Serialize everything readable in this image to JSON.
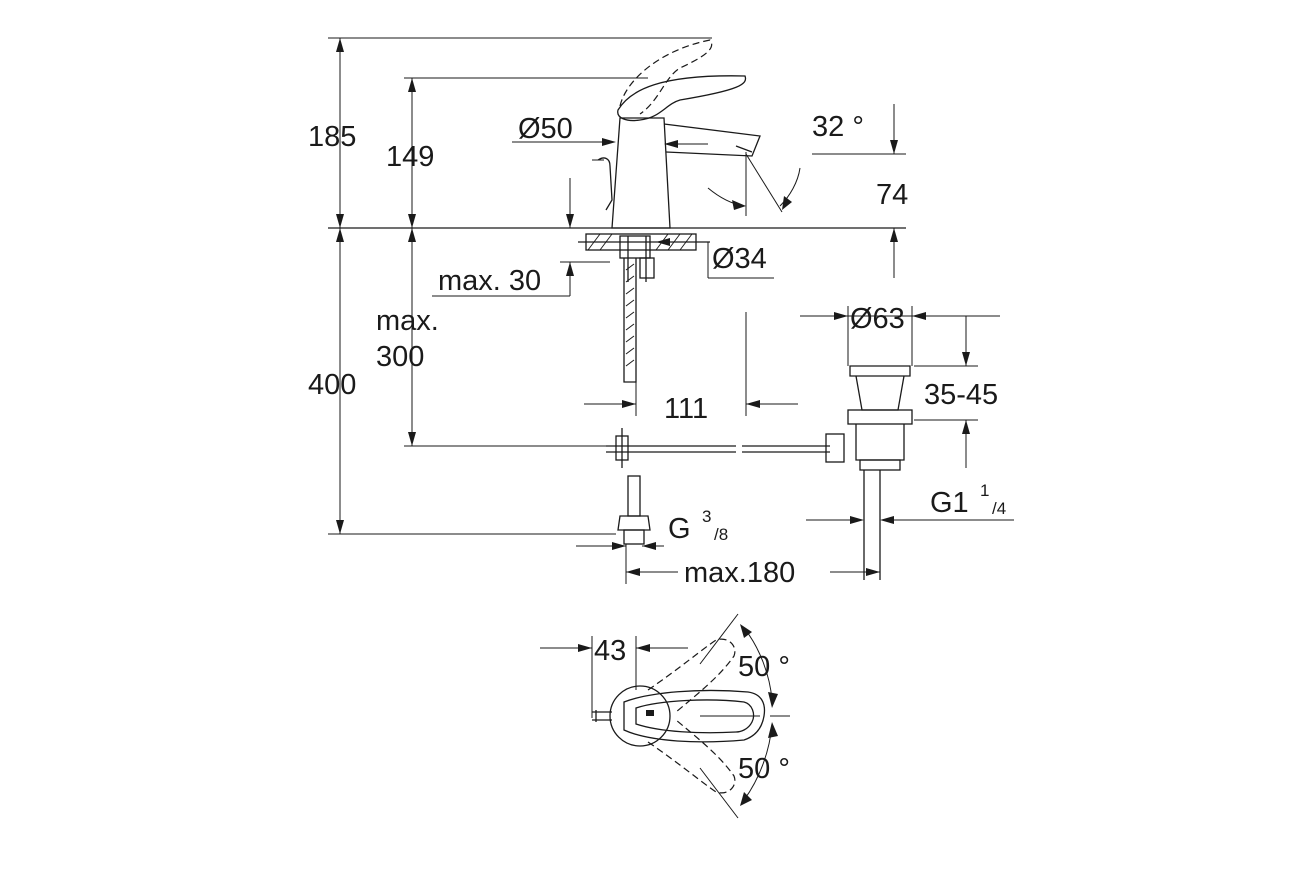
{
  "dimensions": {
    "total_height": "185",
    "spout_height": "149",
    "body_diameter": "Ø50",
    "spout_angle": "32 °",
    "spout_reach_height": "74",
    "hose_diameter": "Ø34",
    "max_counter": "max. 30",
    "max_below_a": "max.",
    "max_below_b": "300",
    "below_height": "400",
    "waste_offset": "111",
    "waste_diameter": "Ø63",
    "waste_range": "35-45",
    "waste_thread_main": "G1",
    "waste_thread_num": "1",
    "waste_thread_den": "/4",
    "supply_thread_main": "G",
    "supply_thread_num": "3",
    "supply_thread_den": "/8",
    "max_reach": "max.180",
    "top_offset": "43",
    "rotation_upper": "50 °",
    "rotation_lower": "50 °"
  },
  "colors": {
    "line": "#1a1a1a",
    "background": "#ffffff"
  }
}
